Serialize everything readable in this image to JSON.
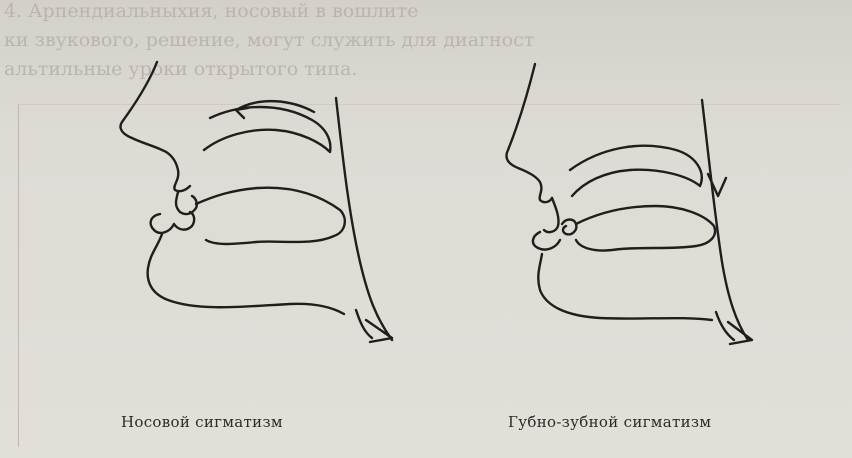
{
  "bleed_text": {
    "line_1": "4. Арпендиальныхия, носовый в вошлите",
    "line_2": "ки звукового, решение, могут служить для диагност",
    "line_3": "альтильные уроки открытого типа."
  },
  "figure": {
    "caption_left": "Носовой сигматизм",
    "caption_right": "Губно-зубной сигматизм"
  },
  "colors": {
    "paper": "#dedbd5",
    "ink": "#1f1e1c",
    "bleed": "#b9b5ae"
  }
}
